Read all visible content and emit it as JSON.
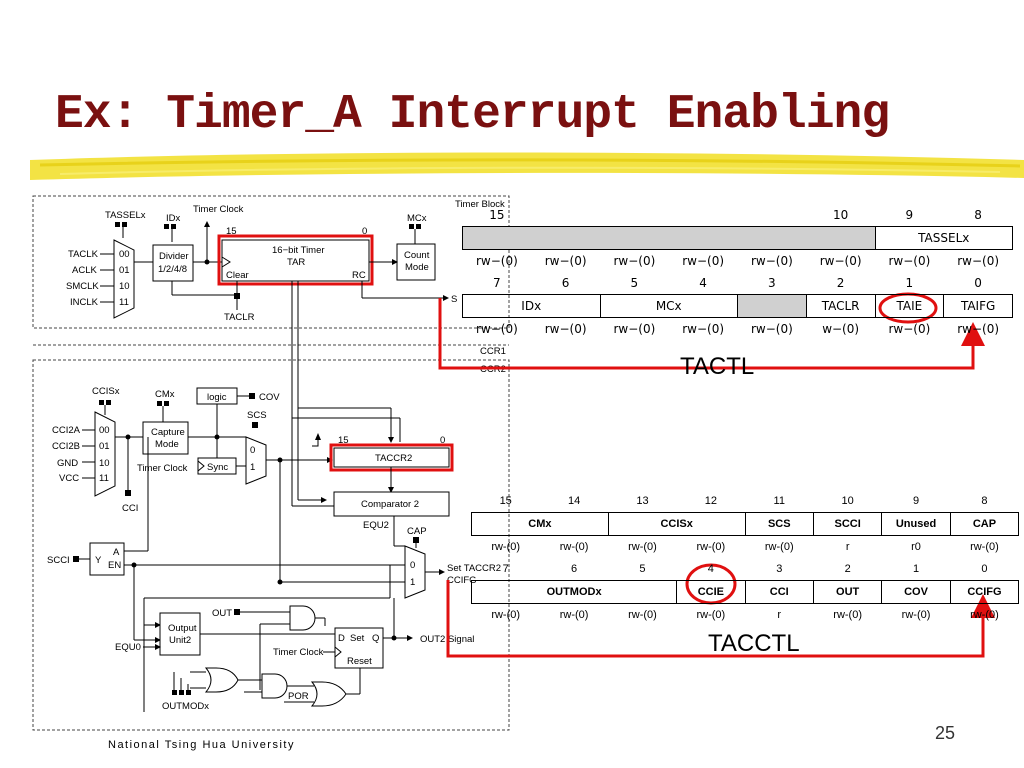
{
  "slide": {
    "title": "Ex: Timer_A Interrupt Enabling",
    "footer": "National Tsing Hua University",
    "page_number": "25",
    "title_color": "#7a1010",
    "brush_color": "#f2e23a",
    "highlight_color": "#e01010"
  },
  "block_diagram": {
    "timer_block": {
      "clock_select_label": "TASSELx",
      "divider_select_label": "IDx",
      "timer_clock_label": "Timer Clock",
      "inputs": [
        "TACLK",
        "ACLK",
        "SMCLK",
        "INCLK"
      ],
      "mux_codes": [
        "00",
        "01",
        "10",
        "11"
      ],
      "divider_title": "Divider",
      "divider_values": "1/2/4/8",
      "timer_bit_15": "15",
      "timer_bit_0": "0",
      "timer_name": "16−bit Timer",
      "timer_register": "TAR",
      "clear_label": "Clear",
      "rc_label": "RC",
      "mode_control_label": "MCx",
      "count_mode_line1": "Count",
      "count_mode_line2": "Mode",
      "taclr_label": "TACLR",
      "set_label": "S",
      "block_name": "Timer Block",
      "ccr1_label": "CCR1",
      "ccr2_label": "CCR2"
    },
    "ccr_block": {
      "capture_select_label": "CCISx",
      "capture_mode_select_label": "CMx",
      "logic_label": "logic",
      "cov_label": "COV",
      "scs_label": "SCS",
      "capture_inputs": [
        "CCI2A",
        "CCI2B",
        "GND",
        "VCC"
      ],
      "mux_codes": [
        "00",
        "01",
        "10",
        "11"
      ],
      "capture_mode_line1": "Capture",
      "capture_mode_line2": "Mode",
      "timer_clock_label": "Timer Clock",
      "sync_label": "Sync",
      "scs_mux_codes": [
        "0",
        "1"
      ],
      "cci_label": "CCI",
      "ccr_bit_15": "15",
      "ccr_bit_0": "0",
      "ccr_register": "TACCR2",
      "comparator": "Comparator 2",
      "equ_label": "EQU2",
      "cap_label": "CAP",
      "scci_label": "SCCI",
      "latch_y": "Y",
      "latch_a": "A",
      "latch_en": "EN",
      "out_mux_codes": [
        "0",
        "1"
      ],
      "set_flag_label": "Set TACCR2",
      "ccifg_label": "CCIFG",
      "out_label": "OUT",
      "output_unit_line1": "Output",
      "output_unit_line2": "Unit2",
      "equ0_label": "EQU0",
      "ff_d": "D",
      "ff_set": "Set",
      "ff_q": "Q",
      "ff_reset": "Reset",
      "ff_clock_label": "Timer Clock",
      "out2_label": "OUT2 Signal",
      "por_label": "POR",
      "outmod_label": "OUTMODx"
    }
  },
  "tactl_register": {
    "name": "TACTL",
    "high_bits": [
      "15",
      "",
      "",
      "",
      "",
      "10",
      "9",
      "8"
    ],
    "high_fields": [
      {
        "label": "",
        "span": 6,
        "shaded": true
      },
      {
        "label": "TASSELx",
        "span": 2,
        "shaded": false
      }
    ],
    "high_access": [
      "rw−(0)",
      "rw−(0)",
      "rw−(0)",
      "rw−(0)",
      "rw−(0)",
      "rw−(0)",
      "rw−(0)",
      "rw−(0)"
    ],
    "low_bits": [
      "7",
      "6",
      "5",
      "4",
      "3",
      "2",
      "1",
      "0"
    ],
    "low_fields": [
      {
        "label": "IDx",
        "span": 2,
        "shaded": false
      },
      {
        "label": "MCx",
        "span": 2,
        "shaded": false
      },
      {
        "label": "",
        "span": 1,
        "shaded": true
      },
      {
        "label": "TACLR",
        "span": 1,
        "shaded": false
      },
      {
        "label": "TAIE",
        "span": 1,
        "shaded": false,
        "highlighted": true
      },
      {
        "label": "TAIFG",
        "span": 1,
        "shaded": false
      }
    ],
    "low_access": [
      "rw−(0)",
      "rw−(0)",
      "rw−(0)",
      "rw−(0)",
      "rw−(0)",
      "w−(0)",
      "rw−(0)",
      "rw−(0)"
    ]
  },
  "tacctl_register": {
    "name": "TACCTL",
    "high_bits": [
      "15",
      "14",
      "13",
      "12",
      "11",
      "10",
      "9",
      "8"
    ],
    "high_fields": [
      {
        "label": "CMx",
        "span": 2
      },
      {
        "label": "CCISx",
        "span": 2
      },
      {
        "label": "SCS",
        "span": 1
      },
      {
        "label": "SCCI",
        "span": 1
      },
      {
        "label": "Unused",
        "span": 1
      },
      {
        "label": "CAP",
        "span": 1
      }
    ],
    "high_access": [
      "rw-(0)",
      "rw-(0)",
      "rw-(0)",
      "rw-(0)",
      "rw-(0)",
      "r",
      "r0",
      "rw-(0)"
    ],
    "low_bits": [
      "7",
      "6",
      "5",
      "4",
      "3",
      "2",
      "1",
      "0"
    ],
    "low_fields": [
      {
        "label": "OUTMODx",
        "span": 3
      },
      {
        "label": "CCIE",
        "span": 1,
        "highlighted": true
      },
      {
        "label": "CCI",
        "span": 1
      },
      {
        "label": "OUT",
        "span": 1
      },
      {
        "label": "COV",
        "span": 1
      },
      {
        "label": "CCIFG",
        "span": 1
      }
    ],
    "low_access": [
      "rw-(0)",
      "rw-(0)",
      "rw-(0)",
      "rw-(0)",
      "r",
      "rw-(0)",
      "rw-(0)",
      "rw-(0)"
    ]
  }
}
